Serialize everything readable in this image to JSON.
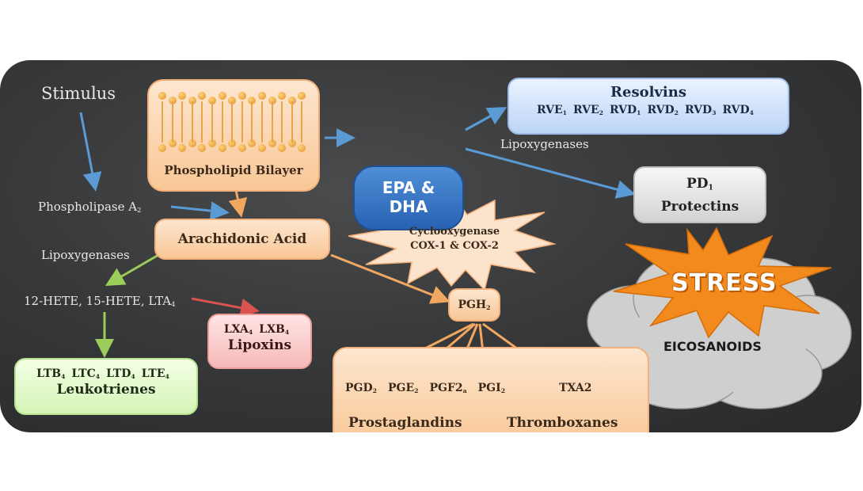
{
  "labels": {
    "stimulus": "Stimulus",
    "phospholipase": "Phospholipase A",
    "phospholipase_sub": "2",
    "lipoxygenases_left": "Lipoxygenases",
    "lipoxygenases_right": "Lipoxygenases",
    "hete": "12-HETE, 15-HETE, LTA",
    "hete_sub": "4"
  },
  "nodes": {
    "phospholipid": "Phospholipid Bilayer",
    "arachidonic": "Arachidonic Acid",
    "epa_line1": "EPA &",
    "epa_line2": "DHA",
    "resolvins_title": "Resolvins",
    "resolvins_items": [
      {
        "t": "RVE",
        "s": "1"
      },
      {
        "t": "RVE",
        "s": "2"
      },
      {
        "t": "RVD",
        "s": "1"
      },
      {
        "t": "RVD",
        "s": "2"
      },
      {
        "t": "RVD",
        "s": "3"
      },
      {
        "t": "RVD",
        "s": "4"
      }
    ],
    "pd": "PD",
    "pd_sub": "1",
    "protectins": "Protectins",
    "cox_line1": "Cyclooxygenase",
    "cox_line2": "COX-1 & COX-2",
    "pgh": "PGH",
    "pgh_sub": "2",
    "leuko_items": [
      {
        "t": "LTB",
        "s": "4"
      },
      {
        "t": "LTC",
        "s": "4"
      },
      {
        "t": "LTD",
        "s": "4"
      },
      {
        "t": "LTE",
        "s": "4"
      }
    ],
    "leukotrienes": "Leukotrienes",
    "lipox_items": [
      {
        "t": "LXA",
        "s": "4"
      },
      {
        "t": "LXB",
        "s": "4"
      }
    ],
    "lipoxins": "Lipoxins",
    "prosta_items": [
      {
        "t": "PGD",
        "s": "2"
      },
      {
        "t": "PGE",
        "s": "2"
      },
      {
        "t": "PGF2",
        "s": "a"
      },
      {
        "t": "PGI",
        "s": "2"
      },
      {
        "t": "TXA2",
        "s": ""
      }
    ],
    "prostaglandins": "Prostaglandins",
    "thromboxanes": "Thromboxanes",
    "stress": "STRESS",
    "eicosanoids": "EICOSANOIDS"
  },
  "colors": {
    "board": "#38393b",
    "arrow_blue": "#5b9bd5",
    "arrow_orange": "#f0a860",
    "arrow_green": "#9acd5a",
    "arrow_red": "#d9534f",
    "stress_orange": "#f28a1e"
  }
}
